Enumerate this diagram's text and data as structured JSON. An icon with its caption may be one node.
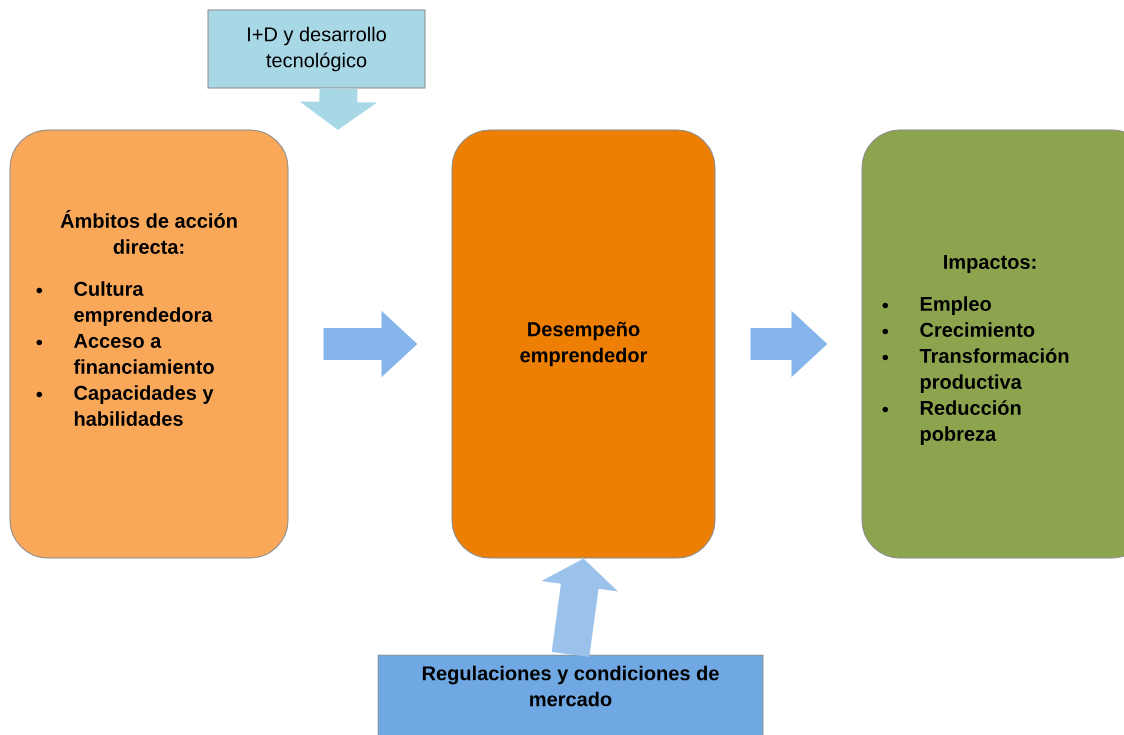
{
  "diagram": {
    "nodes": [
      {
        "text": [
          "I+D y desarrollo tecnológico"
        ]
      },
      {
        "text": [
          "Ámbitos de acción directa:",
          "Cultura emprendedora",
          "Acceso a financiamiento",
          "Capacidades y habilidades"
        ]
      },
      {
        "text": [
          "Desempeño emprendedor"
        ]
      },
      {
        "text": [
          "Impactos:",
          "Empleo",
          "Crecimiento",
          "Transformación productiva",
          "Reducción pobreza"
        ]
      },
      {
        "text": [
          "Regulaciones y condiciones de mercado"
        ]
      }
    ],
    "edges": [
      {
        "from": 0,
        "to": null,
        "arrow": "to"
      },
      {
        "from": 1,
        "to": 2,
        "arrow": "to"
      },
      {
        "from": 2,
        "to": 3,
        "arrow": "to"
      },
      {
        "from": 4,
        "to": 2,
        "arrow": "to"
      }
    ]
  }
}
